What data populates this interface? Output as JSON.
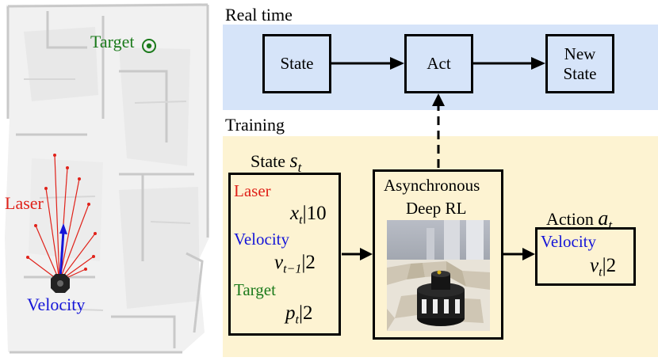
{
  "map": {
    "target_label": "Target",
    "laser_label": "Laser",
    "velocity_label": "Velocity"
  },
  "realtime": {
    "title": "Real time",
    "state_label": "State",
    "act_label": "Act",
    "new_state_line1": "New",
    "new_state_line2": "State"
  },
  "training": {
    "title": "Training",
    "state_box": {
      "header_word": "State",
      "header_symbol": "s",
      "header_sub": "t",
      "laser_label": "Laser",
      "laser_var": "x",
      "laser_sub": "t",
      "laser_dim": "|10",
      "velocity_label": "Velocity",
      "velocity_var": "v",
      "velocity_sub": "t−1",
      "velocity_dim": "|2",
      "target_label": "Target",
      "target_var": "p",
      "target_sub": "t",
      "target_dim": "|2"
    },
    "rl_box": {
      "line1": "Asynchronous",
      "line2": "Deep RL"
    },
    "action_box": {
      "header_word": "Action",
      "header_symbol": "a",
      "header_sub": "t",
      "velocity_label": "Velocity",
      "velocity_var": "v",
      "velocity_sub": "t",
      "velocity_dim": "|2"
    }
  },
  "colors": {
    "realtime_bg": "#d6e4f9",
    "training_bg": "#fdf3d2",
    "laser": "#e0221a",
    "velocity": "#1515d8",
    "target": "#1b7a1b"
  }
}
